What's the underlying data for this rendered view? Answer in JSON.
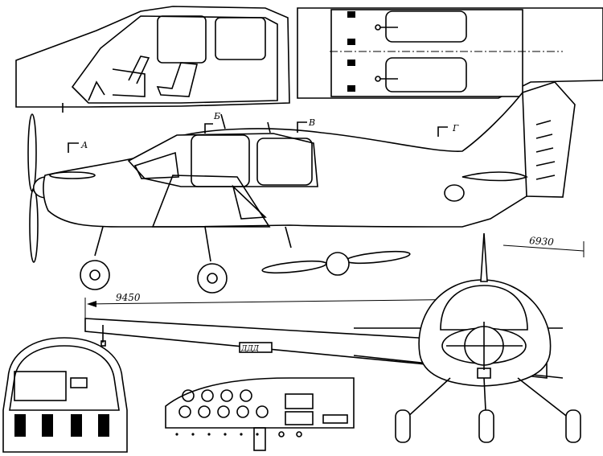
{
  "dimensions": {
    "length": "6930",
    "wingspan": "9450"
  },
  "section_marks": {
    "a": "А",
    "b": "Б",
    "v": "В",
    "g": "Г"
  },
  "wing_marking": "ДДД"
}
